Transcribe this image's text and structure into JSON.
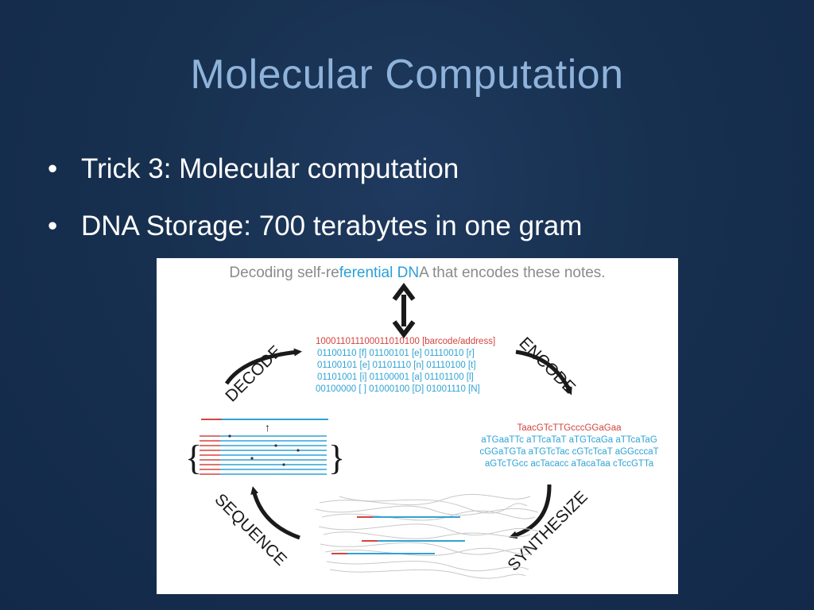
{
  "slide": {
    "title": "Molecular Computation",
    "bullets": [
      "Trick 3: Molecular computation",
      "DNA Storage: 700 terabytes in one gram"
    ],
    "bullet_glyph": "•"
  },
  "figure": {
    "title_pre": "Decoding self-re",
    "title_hl": "ferential DN",
    "title_post": "A that encodes these notes.",
    "barcode": "100011011100011010100 [barcode/address]",
    "binary_lines": [
      "01100110 [f]  01100101 [e]  01110010 [r]",
      "01100101 [e]  01101110 [n]  01110100 [t]",
      "01101001 [i]  01100001 [a]  01101100 [l]",
      "00100000 [ ]  01000100 [D]  01001110 [N]"
    ],
    "dna_header": "TaacGTcTTGcccGGaGaa",
    "dna_lines": [
      "aTGaaTTc aTTcaTaT aTGTcaGa aTTcaTaG",
      "cGGaTGTa aTGTcTac cGTcTcaT aGGcccaT",
      "aGTcTGcc acTacacc aTacaTaa cTccGTTa"
    ],
    "cycle_labels": [
      "DECODE",
      "ENCODE",
      "SYNTHESIZE",
      "SEQUENCE"
    ],
    "arrow_glyph": "↑",
    "brace_left": "{",
    "brace_right": "}",
    "colors": {
      "red": "#d2453f",
      "blue": "#2fa3d4",
      "accent": "#8fb3da"
    }
  }
}
